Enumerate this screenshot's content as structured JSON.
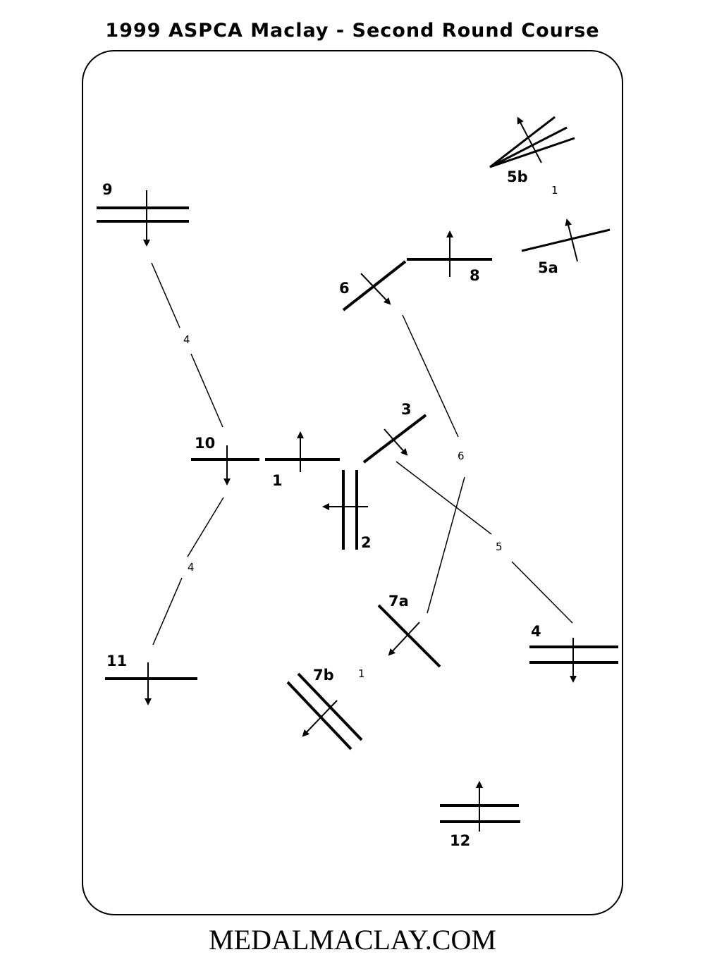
{
  "title": "1999 ASPCA Maclay -  Second Round Course",
  "footer": "MEDALMACLAY.COM",
  "fences": [
    {
      "id": "f1",
      "label": "1"
    },
    {
      "id": "f2",
      "label": "2"
    },
    {
      "id": "f3",
      "label": "3"
    },
    {
      "id": "f4",
      "label": "4"
    },
    {
      "id": "f5a",
      "label": "5a"
    },
    {
      "id": "f5b",
      "label": "5b"
    },
    {
      "id": "f6",
      "label": "6"
    },
    {
      "id": "f7a",
      "label": "7a"
    },
    {
      "id": "f7b",
      "label": "7b"
    },
    {
      "id": "f8",
      "label": "8"
    },
    {
      "id": "f9",
      "label": "9"
    },
    {
      "id": "f10",
      "label": "10"
    },
    {
      "id": "f11",
      "label": "11"
    },
    {
      "id": "f12",
      "label": "12"
    }
  ],
  "stride_labels": [
    {
      "id": "s1",
      "text": "1"
    },
    {
      "id": "s2",
      "text": "4"
    },
    {
      "id": "s3",
      "text": "6"
    },
    {
      "id": "s4",
      "text": "5"
    },
    {
      "id": "s5",
      "text": "4"
    },
    {
      "id": "s6",
      "text": "1"
    }
  ]
}
